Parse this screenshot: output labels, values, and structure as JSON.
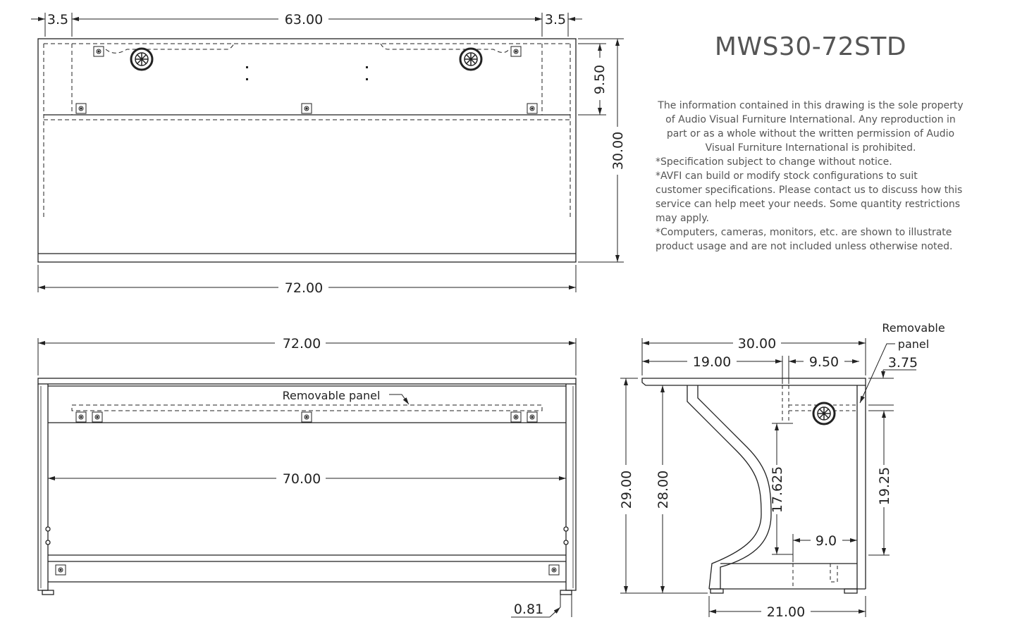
{
  "model": "MWS30-72STD",
  "notes": {
    "ownership": "The information contained in this drawing is the sole property of Audio Visual Furniture International. Any reproduction in part or as a whole without the written permission of Audio Visual Furniture International is prohibited.",
    "spec_change": "*Specification subject to change without notice.",
    "custom": "*AVFI can build or modify stock configurations to suit customer specifications. Please contact us to discuss how this service can help meet your needs. Some quantity restrictions may apply.",
    "illustrative": "*Computers, cameras, monitors, etc. are shown to illustrate product usage and are not included unless otherwise noted."
  },
  "top_view": {
    "dims": {
      "left_inset": "3.5",
      "center_span": "63.00",
      "right_inset": "3.5",
      "panel_depth": "9.50",
      "depth": "30.00",
      "width": "72.00"
    }
  },
  "front_view": {
    "dims": {
      "overall_width": "72.00",
      "inner_width": "70.00",
      "leveler": "0.81"
    },
    "panel_label": "Removable panel"
  },
  "side_view": {
    "dims": {
      "overall_depth": "30.00",
      "top_to_leg": "19.00",
      "panel_width": "9.50",
      "panel_offset": "3.75",
      "overall_height": "29.00",
      "work_height": "28.00",
      "clearance": "17.625",
      "rear_height": "19.25",
      "shelf_depth": "9.0",
      "base_depth": "21.00"
    },
    "panel_label_line1": "Removable",
    "panel_label_line2": "panel"
  }
}
